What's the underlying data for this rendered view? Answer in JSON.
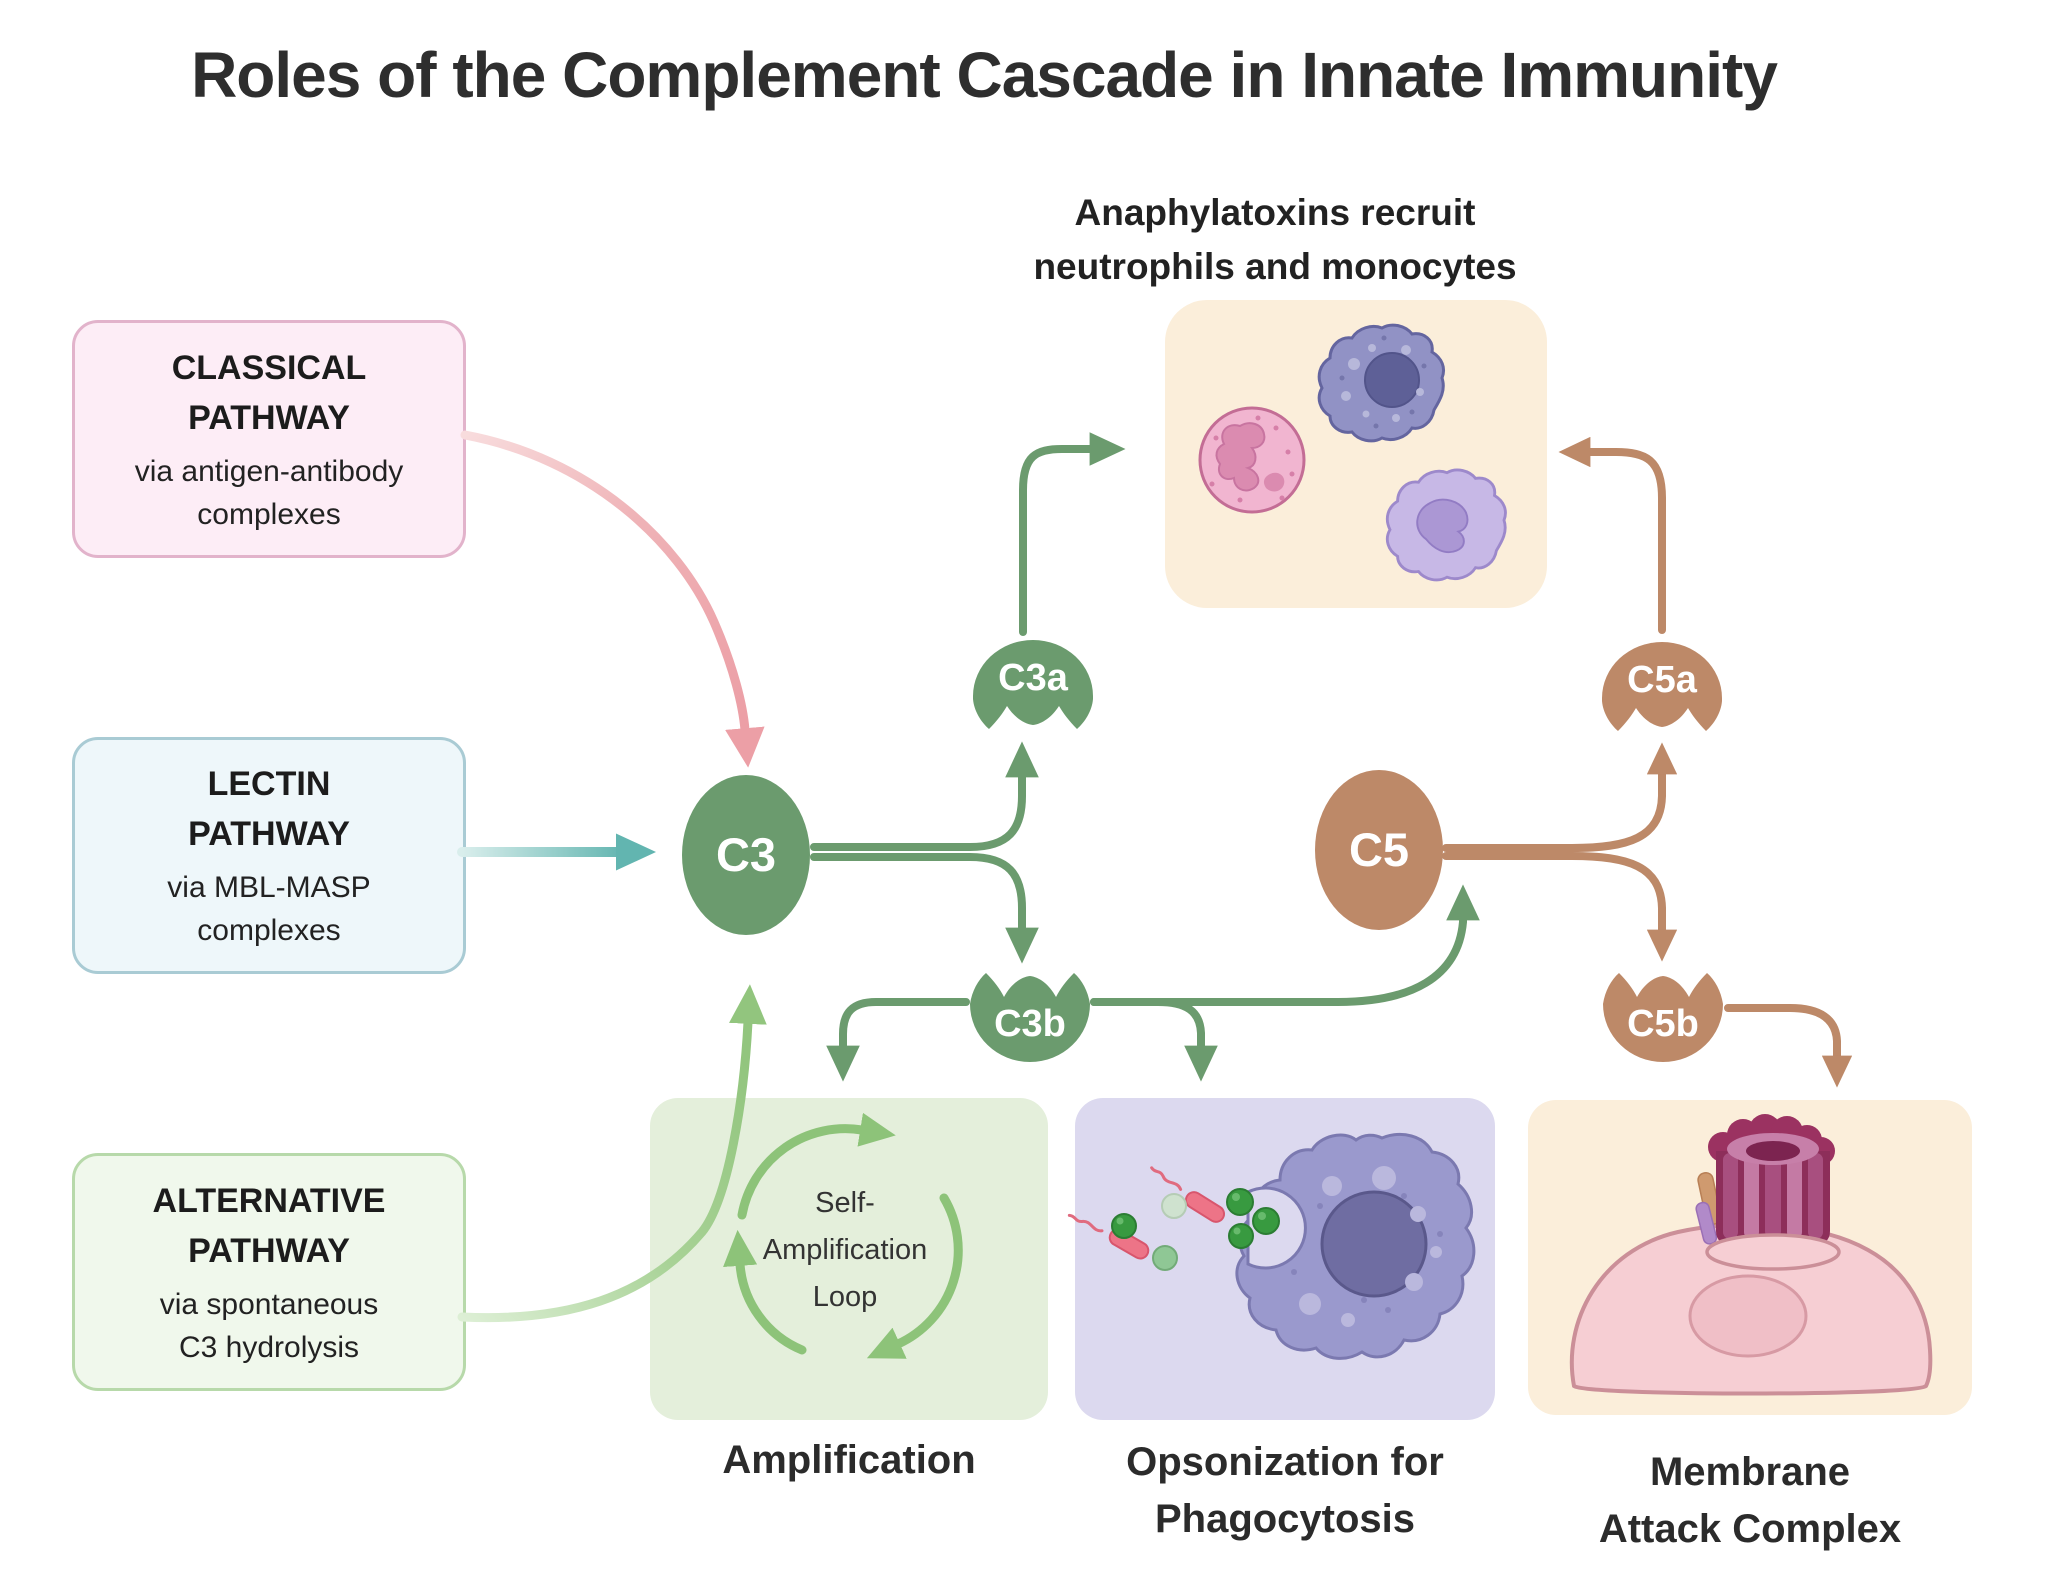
{
  "title": "Roles of the Complement Cascade in Innate Immunity",
  "pathways": {
    "classical": {
      "line1": "CLASSICAL",
      "line2": "PATHWAY",
      "sub1": "via antigen-antibody",
      "sub2": "complexes"
    },
    "lectin": {
      "line1": "LECTIN",
      "line2": "PATHWAY",
      "sub1": "via MBL-MASP",
      "sub2": "complexes"
    },
    "alternative": {
      "line1": "ALTERNATIVE",
      "line2": "PATHWAY",
      "sub1": "via spontaneous",
      "sub2": "C3 hydrolysis"
    }
  },
  "molecules": {
    "c3": "C3",
    "c3a": "C3a",
    "c3b": "C3b",
    "c5": "C5",
    "c5a": "C5a",
    "c5b": "C5b"
  },
  "annotations": {
    "anaphylatoxins_line1": "Anaphylatoxins recruit",
    "anaphylatoxins_line2": "neutrophils and monocytes",
    "loop_line1": "Self-",
    "loop_line2": "Amplification",
    "loop_line3": "Loop"
  },
  "outcome_labels": {
    "amplification": "Amplification",
    "opsonization_line1": "Opsonization for",
    "opsonization_line2": "Phagocytosis",
    "mac_line1": "Membrane",
    "mac_line2": "Attack Complex"
  },
  "colors": {
    "c3_green": "#6b9b6e",
    "c5_brown": "#bd8968",
    "classical_arrow_pink": "#ec9fa6",
    "lectin_arrow_teal": "#62b5b0",
    "alternative_arrow_green": "#92c57e",
    "loop_arrow_green": "#8dc379",
    "anaphylatoxin_box_bg": "#fbeeda",
    "amplification_box_bg": "#e4efdb",
    "opsonization_box_bg": "#dcd9ef",
    "mac_box_bg": "#fbeeda"
  }
}
